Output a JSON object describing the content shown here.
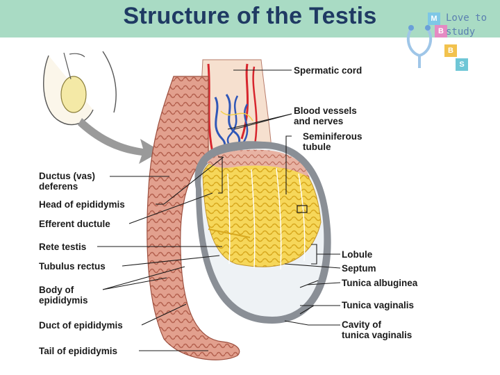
{
  "title": "Structure of the Testis",
  "logo": {
    "line1": "Love to",
    "line2": "study",
    "letters": [
      "M",
      "B",
      "B",
      "S"
    ]
  },
  "labels": {
    "spermatic_cord": "Spermatic cord",
    "blood_vessels_1": "Blood vessels",
    "blood_vessels_2": "and nerves",
    "seminiferous_1": "Seminiferous",
    "seminiferous_2": "tubule",
    "ductus_1": "Ductus (vas)",
    "ductus_2": "deferens",
    "head_epididymis": "Head of epididymis",
    "efferent_ductule": "Efferent ductule",
    "rete_testis": "Rete testis",
    "tubulus_rectus": "Tubulus rectus",
    "body_1": "Body of",
    "body_2": "epididymis",
    "duct_epididymis": "Duct of epididymis",
    "tail_epididymis": "Tail of epididymis",
    "lobule": "Lobule",
    "septum": "Septum",
    "tunica_albuginea": "Tunica albuginea",
    "tunica_vaginalis": "Tunica vaginalis",
    "cavity_1": "Cavity of",
    "cavity_2": "tunica vaginalis"
  },
  "colors": {
    "title_bar": "#a9dbc4",
    "title_text": "#1f3a63",
    "epididymis": "#d98f7e",
    "tubules": "#f2cf4a",
    "tunica": "#8a8f96",
    "artery": "#d7262e",
    "vein": "#2f57b8"
  }
}
